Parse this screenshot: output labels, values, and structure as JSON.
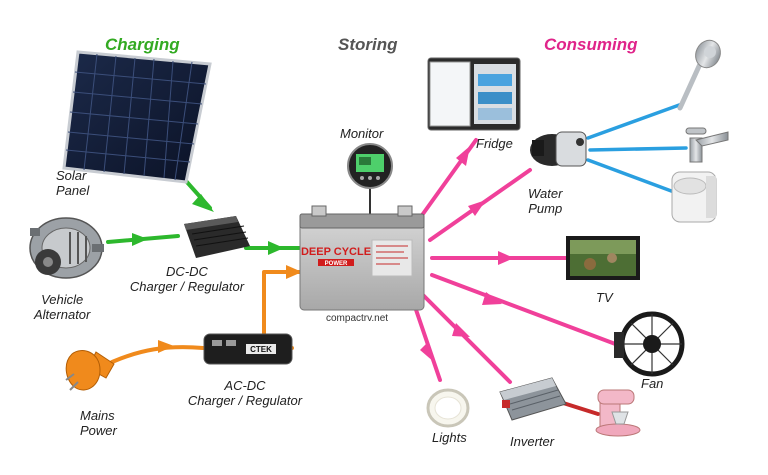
{
  "headers": {
    "charging": "Charging",
    "storing": "Storing",
    "consuming": "Consuming"
  },
  "labels": {
    "solar_panel": [
      "Solar",
      "Panel"
    ],
    "vehicle_alternator": [
      "Vehicle",
      "Alternator"
    ],
    "dcdc_charger": [
      "DC-DC",
      "Charger / Regulator"
    ],
    "acdc_charger": [
      "AC-DC",
      "Charger / Regulator"
    ],
    "mains_power": [
      "Mains",
      "Power"
    ],
    "monitor": "Monitor",
    "battery_brand": "DEEP CYCLE",
    "battery_sub": "POWER",
    "ctek_brand": "CTEK",
    "source_credit": "compactrv.net",
    "fridge": "Fridge",
    "water_pump": [
      "Water",
      "Pump"
    ],
    "tv": "TV",
    "fan": "Fan",
    "lights": "Lights",
    "inverter": "Inverter"
  },
  "colors": {
    "charging": "#33aa22",
    "storing": "#555555",
    "consuming": "#e0248a",
    "green_flow": "#2db82d",
    "orange_flow": "#f08a1c",
    "pink_flow": "#f0409a",
    "blue_flow": "#2a9fe0",
    "red_flow": "#c62a2a"
  },
  "icons": [
    "solar-panel-icon",
    "alternator-icon",
    "dcdc-charger-icon",
    "acdc-charger-icon",
    "mains-plug-icon",
    "battery-monitor-icon",
    "deep-cycle-battery-icon",
    "fridge-icon",
    "water-pump-icon",
    "shower-head-icon",
    "tap-icon",
    "toilet-icon",
    "tv-icon",
    "fan-icon",
    "light-icon",
    "inverter-icon",
    "mixer-icon"
  ]
}
